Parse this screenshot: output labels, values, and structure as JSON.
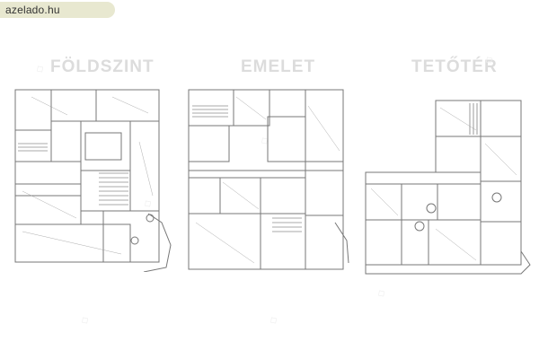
{
  "site": {
    "badge_text": "azelado.hu"
  },
  "floors": [
    {
      "heading": "FÖLDSZINT"
    },
    {
      "heading": "EMELET"
    },
    {
      "heading": "TETŐTÉR"
    }
  ],
  "colors": {
    "badge_bg": "#e8e8d0",
    "heading": "#dcdcdc",
    "plan_lines": "#7a7a7a"
  }
}
